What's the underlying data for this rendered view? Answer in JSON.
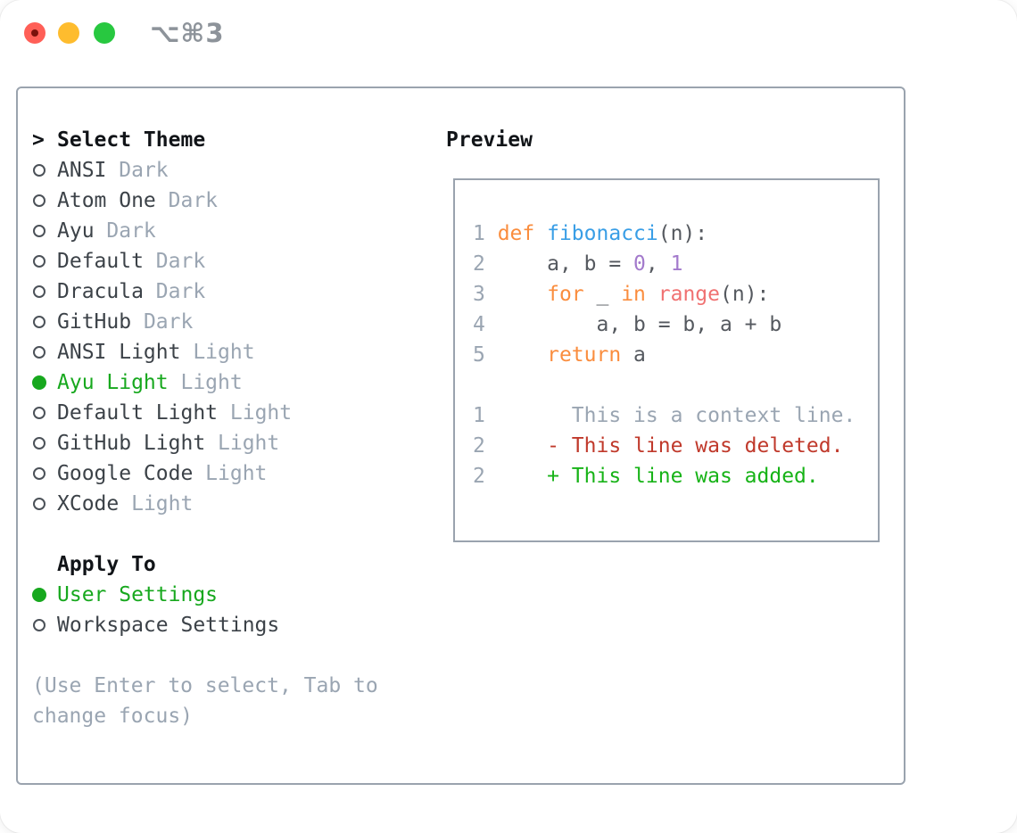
{
  "window": {
    "title_shortcut": "⌥⌘3",
    "traffic_lights": [
      "close",
      "minimize",
      "zoom"
    ]
  },
  "colors": {
    "accent_green": "#17a81e",
    "panel_border": "#9aa3ae",
    "item_text": "#3c4248",
    "muted_gray": "#9aa5b2",
    "code_foreground": "#55595f",
    "syntax_keyword_orange": "#fa8d3e",
    "syntax_function_blue": "#399ee6",
    "syntax_number_purple": "#a37acc",
    "syntax_builtin_coral": "#f07171",
    "diff_deleted_red": "#c0392b",
    "diff_added_green": "#17b317",
    "traffic_red": "#ff5f57",
    "traffic_yellow": "#febc2e",
    "traffic_green": "#28c840"
  },
  "theme_picker": {
    "header": "Select Theme",
    "items": [
      {
        "label": "ANSI",
        "tag": "Dark",
        "selected": false
      },
      {
        "label": "Atom One",
        "tag": "Dark",
        "selected": false
      },
      {
        "label": "Ayu",
        "tag": "Dark",
        "selected": false
      },
      {
        "label": "Default",
        "tag": "Dark",
        "selected": false
      },
      {
        "label": "Dracula",
        "tag": "Dark",
        "selected": false
      },
      {
        "label": "GitHub",
        "tag": "Dark",
        "selected": false
      },
      {
        "label": "ANSI Light",
        "tag": "Light",
        "selected": false
      },
      {
        "label": "Ayu Light",
        "tag": "Light",
        "selected": true
      },
      {
        "label": "Default Light",
        "tag": "Light",
        "selected": false
      },
      {
        "label": "GitHub Light",
        "tag": "Light",
        "selected": false
      },
      {
        "label": "Google Code",
        "tag": "Light",
        "selected": false
      },
      {
        "label": "XCode",
        "tag": "Light",
        "selected": false
      }
    ],
    "apply_to": {
      "header": "Apply To",
      "options": [
        {
          "label": "User Settings",
          "selected": true
        },
        {
          "label": "Workspace Settings",
          "selected": false
        }
      ]
    },
    "hint_lines": [
      "(Use Enter to select, Tab to",
      "change focus)"
    ]
  },
  "preview": {
    "header": "Preview",
    "code_lines": [
      {
        "num": "1",
        "segments": [
          {
            "t": "def",
            "c": "kw"
          },
          {
            "t": " ",
            "c": "fg"
          },
          {
            "t": "fibonacci",
            "c": "fn"
          },
          {
            "t": "(n):",
            "c": "fg"
          }
        ]
      },
      {
        "num": "2",
        "segments": [
          {
            "t": "    a, b = ",
            "c": "fg"
          },
          {
            "t": "0",
            "c": "num"
          },
          {
            "t": ", ",
            "c": "fg"
          },
          {
            "t": "1",
            "c": "num"
          }
        ]
      },
      {
        "num": "3",
        "segments": [
          {
            "t": "    ",
            "c": "fg"
          },
          {
            "t": "for",
            "c": "kw"
          },
          {
            "t": " _ ",
            "c": "fg"
          },
          {
            "t": "in",
            "c": "kw"
          },
          {
            "t": " ",
            "c": "fg"
          },
          {
            "t": "range",
            "c": "call"
          },
          {
            "t": "(n):",
            "c": "fg"
          }
        ]
      },
      {
        "num": "4",
        "segments": [
          {
            "t": "        a, b = b, a + b",
            "c": "fg"
          }
        ]
      },
      {
        "num": "5",
        "segments": [
          {
            "t": "    ",
            "c": "fg"
          },
          {
            "t": "return",
            "c": "kw"
          },
          {
            "t": " a",
            "c": "fg"
          }
        ]
      }
    ],
    "diff_lines": [
      {
        "num": "1",
        "segments": [
          {
            "t": "      This is a context line.",
            "c": "gray"
          }
        ]
      },
      {
        "num": "2",
        "segments": [
          {
            "t": "    ",
            "c": "fg"
          },
          {
            "t": "- This line was deleted.",
            "c": "red"
          }
        ]
      },
      {
        "num": "2",
        "segments": [
          {
            "t": "    ",
            "c": "fg"
          },
          {
            "t": "+ This line was added.",
            "c": "dgreen"
          }
        ]
      }
    ]
  }
}
